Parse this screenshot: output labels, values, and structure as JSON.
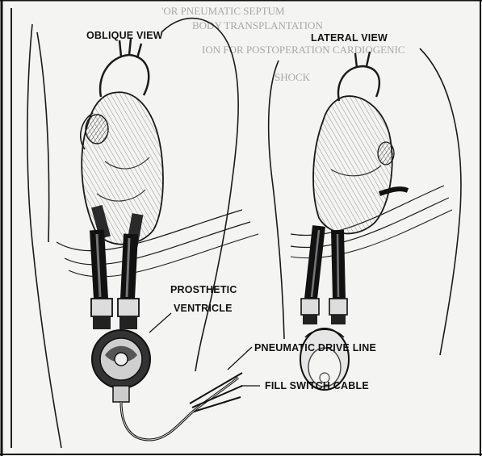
{
  "figure": {
    "background_text": [
      "'OR PNEUMATIC SEPTUM",
      "BODY TRANSPLANTATION",
      "ION FOR POSTOPERATION CARDIOGENIC",
      "SHOCK"
    ],
    "labels": {
      "oblique_view": "OBLIQUE VIEW",
      "lateral_view": "LATERAL VIEW",
      "prosthetic_ventricle_line1": "PROSTHETIC",
      "prosthetic_ventricle_line2": "VENTRICLE",
      "pneumatic_drive_line": "PNEUMATIC DRIVE LINE",
      "fill_switch_cable": "FILL SWITCH CABLE"
    },
    "colors": {
      "ink": "#111111",
      "paper": "#f4f4f2",
      "shade": "#8a8a8a"
    }
  }
}
